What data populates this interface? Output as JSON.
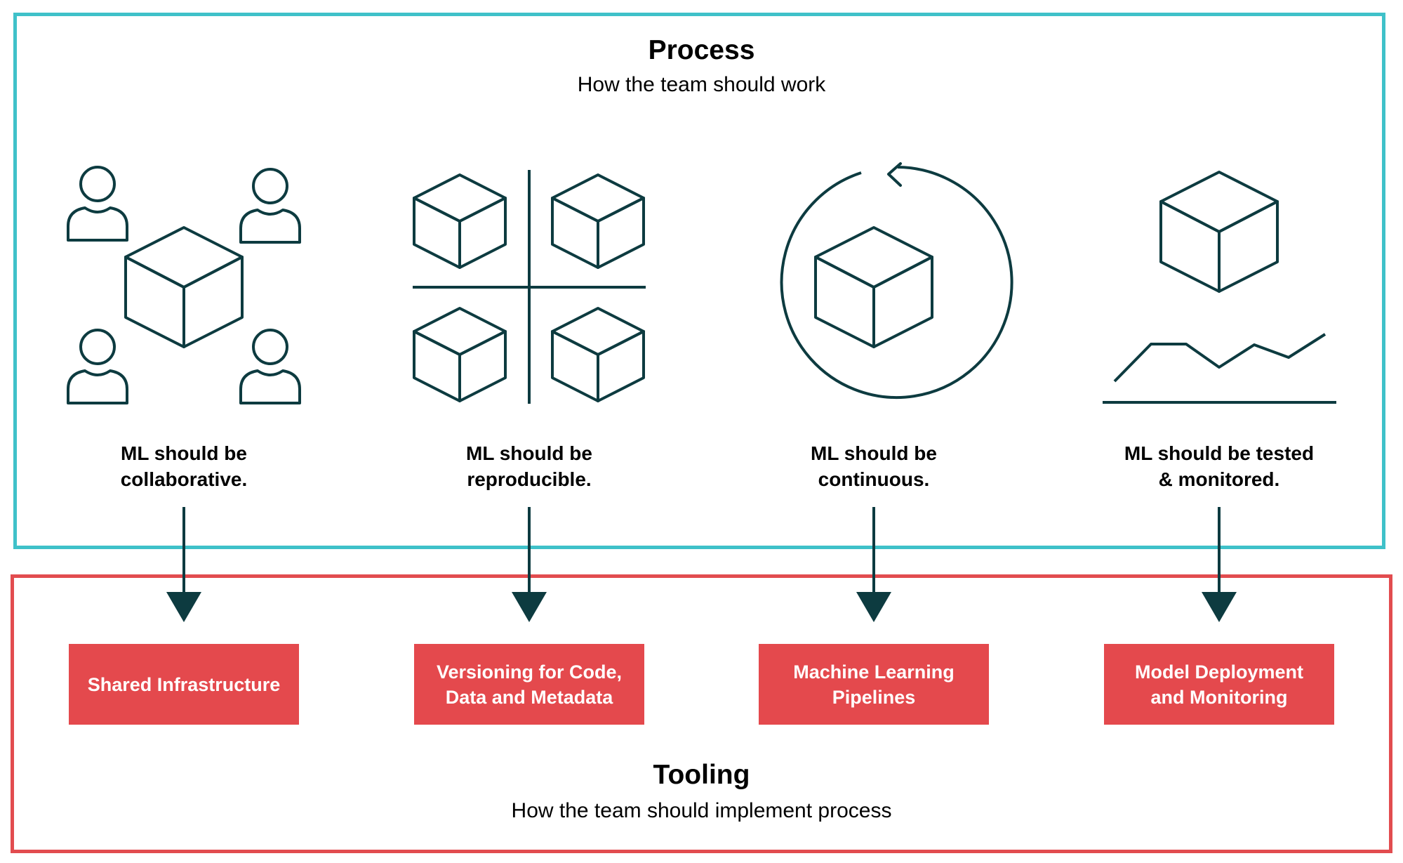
{
  "process": {
    "title": "Process",
    "subtitle": "How the team should work"
  },
  "tooling": {
    "title": "Tooling",
    "subtitle": "How the team should implement process"
  },
  "principles": [
    {
      "caption": "ML should be\ncollaborative.",
      "icon": "people-cube-icon"
    },
    {
      "caption": "ML should be\nreproducible.",
      "icon": "four-cubes-icon"
    },
    {
      "caption": "ML should be\ncontinuous.",
      "icon": "cycle-cube-icon"
    },
    {
      "caption": "ML should be tested\n& monitored.",
      "icon": "cube-chart-icon"
    }
  ],
  "tools": [
    {
      "label": "Shared Infrastructure"
    },
    {
      "label": "Versioning for Code,\nData and Metadata"
    },
    {
      "label": "Machine Learning\nPipelines"
    },
    {
      "label": "Model Deployment\nand Monitoring"
    }
  ],
  "colors": {
    "process_border": "#3fc1c9",
    "tooling_border": "#e24c4f",
    "tool_fill": "#e4494d",
    "icon_stroke": "#0d3b40"
  }
}
